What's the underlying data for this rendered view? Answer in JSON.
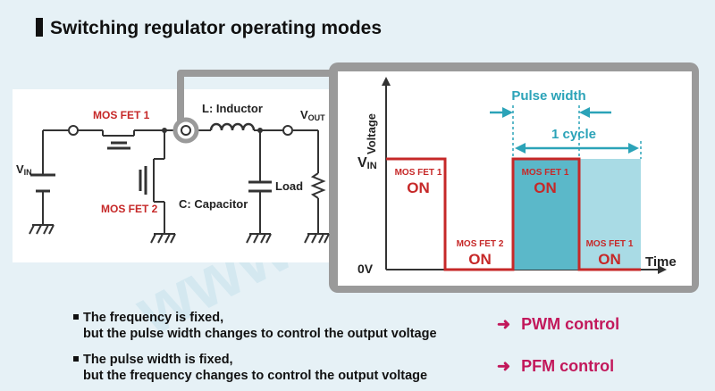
{
  "title": "Switching regulator operating modes",
  "watermark": "www.ablic.com",
  "circuit": {
    "mosfet1_label": "MOS FET 1",
    "mosfet2_label": "MOS FET 2",
    "inductor_label": "L: Inductor",
    "capacitor_label": "C: Capacitor",
    "load_label": "Load",
    "vin_main": "V",
    "vin_sub": "IN",
    "vout_main": "V",
    "vout_sub": "OUT"
  },
  "graph": {
    "ylabel": "Voltage",
    "xlabel": "Time",
    "vin_main": "V",
    "vin_sub": "IN",
    "zero": "0V",
    "pulse_width_label": "Pulse width",
    "cycle_label": "1 cycle",
    "pulses": [
      {
        "fet": "MOS FET 1",
        "state": "ON"
      },
      {
        "fet": "MOS FET 2",
        "state": "ON"
      },
      {
        "fet": "MOS FET 1",
        "state": "ON"
      },
      {
        "fet": "MOS FET 1",
        "state": "ON"
      }
    ]
  },
  "notes": [
    {
      "line1": "The frequency is fixed,",
      "line2": "but the pulse width changes to control the output voltage",
      "control": "PWM control"
    },
    {
      "line1": "The pulse width is fixed,",
      "line2": "but the frequency changes to control the output voltage",
      "control": "PFM control"
    }
  ],
  "colors": {
    "accent_red": "#c62828",
    "teal": "#2ba3b8",
    "magenta": "#c2185b"
  }
}
